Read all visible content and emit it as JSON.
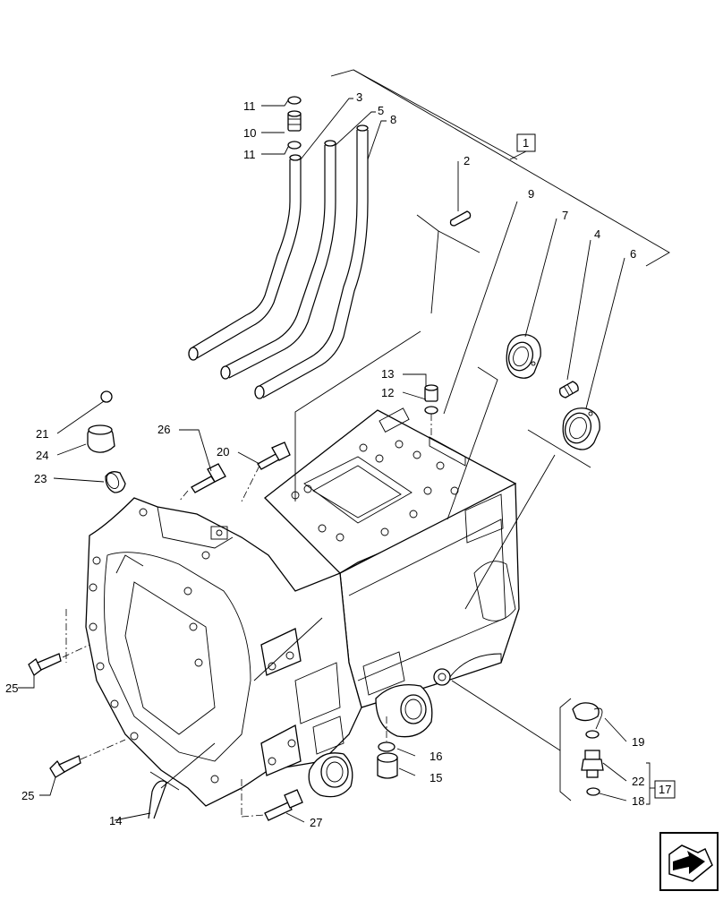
{
  "diagram": {
    "callouts": {
      "c1": "1",
      "c2": "2",
      "c3": "3",
      "c4": "4",
      "c5": "5",
      "c6": "6",
      "c7": "7",
      "c8": "8",
      "c9": "9",
      "c10": "10",
      "c11a": "11",
      "c11b": "11",
      "c12": "12",
      "c13": "13",
      "c14": "14",
      "c15": "15",
      "c16": "16",
      "c17": "17",
      "c18": "18",
      "c19": "19",
      "c20": "20",
      "c21": "21",
      "c22": "22",
      "c23": "23",
      "c24": "24",
      "c25a": "25",
      "c25b": "25",
      "c26": "26",
      "c27": "27"
    },
    "nav_icon": "next-page-arrow-icon"
  }
}
